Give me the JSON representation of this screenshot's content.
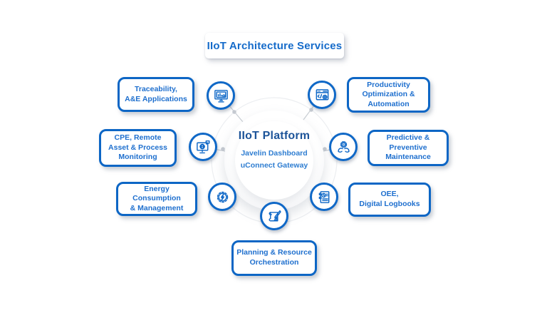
{
  "title": "IIoT Architecture Services",
  "center": {
    "title": "IIoT Platform",
    "subtitle1": "Javelin Dashboard",
    "subtitle2": "uConnect Gateway"
  },
  "nodes": [
    {
      "id": "traceability",
      "label": "Traceability,\nA&E Applications",
      "icon": "monitor-dashboard-icon"
    },
    {
      "id": "cpe",
      "label": "CPE, Remote\nAsset & Process\nMonitoring",
      "icon": "monitor-globe-chat-icon"
    },
    {
      "id": "energy",
      "label": "Energy Consumption\n& Management",
      "icon": "gear-bolt-icon"
    },
    {
      "id": "planning",
      "label": "Planning & Resource\nOrchestration",
      "icon": "blueprint-pencil-icon"
    },
    {
      "id": "oee",
      "label": "OEE,\nDigital Logbooks",
      "icon": "logbook-clock-icon"
    },
    {
      "id": "predictive",
      "label": "Predictive &\nPreventive\nMaintenance",
      "icon": "hands-gear-icon"
    },
    {
      "id": "productivity",
      "label": "Productivity\nOptimization &\nAutomation",
      "icon": "browser-code-gear-icon"
    }
  ],
  "colors": {
    "accent_blue": "#0f68c7",
    "label_blue": "#1e6fce",
    "center_title_blue": "#1d5499",
    "center_sub_blue": "#2e7dd1",
    "connector_gray": "#c9ced4",
    "background": "#ffffff"
  }
}
